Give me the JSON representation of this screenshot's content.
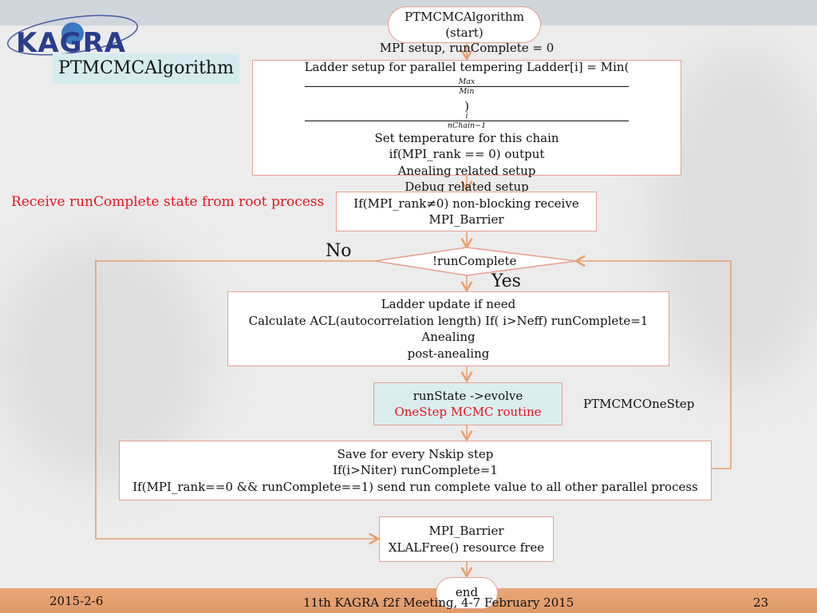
{
  "logo": {
    "text": "KAGRA"
  },
  "slide_title": "PTMCMCAlgorithm",
  "nodes": {
    "start": {
      "line1": "PTMCMCAlgorithm",
      "line2": "(start)"
    },
    "setup": {
      "line1": "MPI setup, runComplete = 0",
      "ladder_prefix": "Ladder setup for parallel tempering Ladder[i] = Min(",
      "ladder_frac_num": "Max",
      "ladder_frac_den": "Min",
      "ladder_exp_num": "i",
      "ladder_exp_den": "nChain−1",
      "line3": "Set temperature for this chain",
      "line4": "if(MPI_rank == 0) output",
      "line5": "Anealing related setup",
      "line6": "Debug related setup"
    },
    "receive": {
      "line1": "If(MPI_rank≠0) non-blocking receive",
      "line2": "MPI_Barrier"
    },
    "decision": {
      "label": "!runComplete"
    },
    "ladder_update": {
      "line1": "Ladder update if need",
      "line2": "Calculate ACL(autocorrelation length) If( i>Neff) runComplete=1",
      "line3": "Anealing",
      "line4": "post-anealing"
    },
    "onestep": {
      "line1": "runState ->evolve",
      "line2": "OneStep MCMC routine"
    },
    "save": {
      "line1": "Save for every Nskip step",
      "line2": "If(i>Niter) runComplete=1",
      "line3": "If(MPI_rank==0 && runComplete==1) send run complete value to all other parallel process"
    },
    "finalize": {
      "line1": "MPI_Barrier",
      "line2": "XLALFree() resource free"
    },
    "end": {
      "label": "end"
    }
  },
  "annotations": {
    "receive_note": "Receive runComplete state from root process",
    "no": "No",
    "yes": "Yes",
    "onestep_note": "PTMCMCOneStep"
  },
  "footer": {
    "date": "2015-2-6",
    "meeting": "11th KAGRA f2f Meeting, 4-7 February 2015",
    "page": "23"
  },
  "colors": {
    "arrow": "#e8a070",
    "box_border": "#e8a090",
    "highlight_text": "#e8141e",
    "teal_fill": "#daeeef",
    "footer": "#e09a68",
    "logo": "#2a3c8c"
  }
}
